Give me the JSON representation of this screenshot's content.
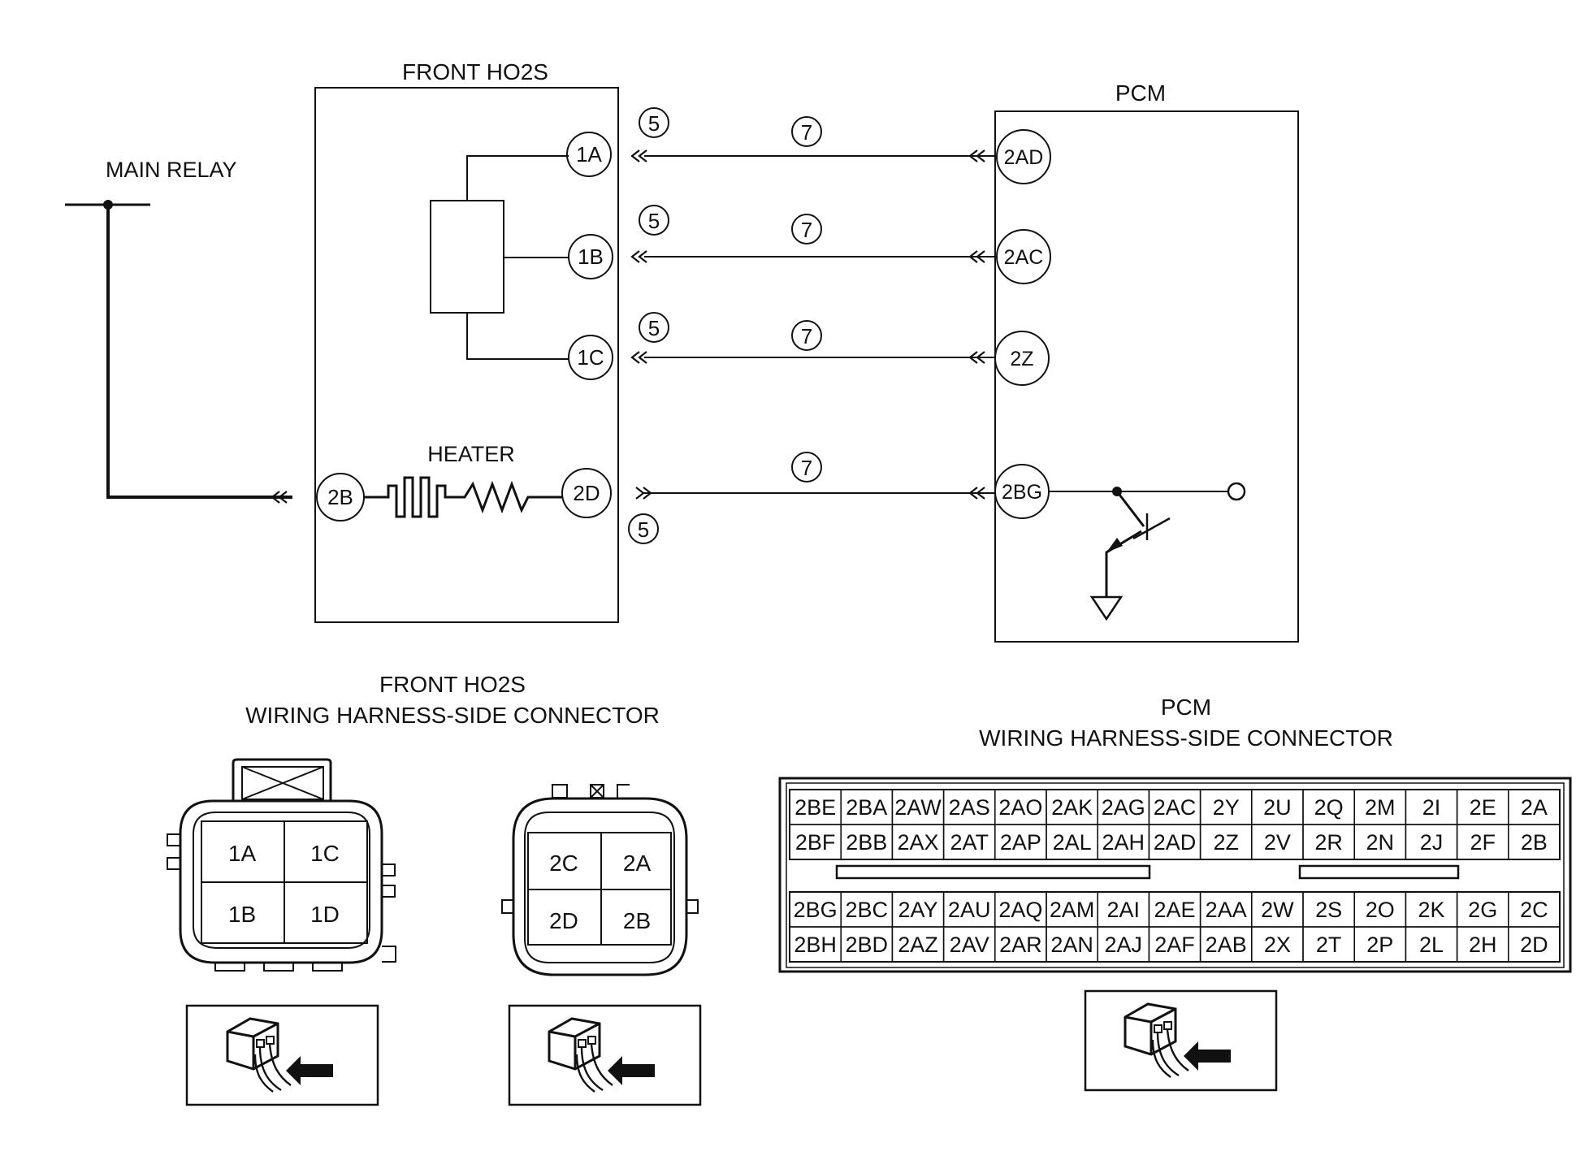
{
  "schematic": {
    "main_relay_label": "MAIN RELAY",
    "front_ho2s_title": "FRONT HO2S",
    "pcm_title": "PCM",
    "heater_label": "HEATER",
    "ho2s_terminals": [
      "1A",
      "1B",
      "1C",
      "2B",
      "2D"
    ],
    "pcm_terminals": [
      "2AD",
      "2AC",
      "2Z",
      "2BG"
    ],
    "circled_labels": [
      "5",
      "7"
    ]
  },
  "front_ho2s_connector": {
    "title_line1": "FRONT HO2S",
    "title_line2": "WIRING HARNESS-SIDE CONNECTOR",
    "connector_a": [
      [
        "1A",
        "1C"
      ],
      [
        "1B",
        "1D"
      ]
    ],
    "connector_b": [
      [
        "2C",
        "2A"
      ],
      [
        "2D",
        "2B"
      ]
    ]
  },
  "pcm_connector": {
    "title_line1": "PCM",
    "title_line2": "WIRING HARNESS-SIDE CONNECTOR",
    "upper_rows": [
      [
        "2BE",
        "2BA",
        "2AW",
        "2AS",
        "2AO",
        "2AK",
        "2AG",
        "2AC",
        "2Y",
        "2U",
        "2Q",
        "2M",
        "2I",
        "2E",
        "2A"
      ],
      [
        "2BF",
        "2BB",
        "2AX",
        "2AT",
        "2AP",
        "2AL",
        "2AH",
        "2AD",
        "2Z",
        "2V",
        "2R",
        "2N",
        "2J",
        "2F",
        "2B"
      ]
    ],
    "lower_rows": [
      [
        "2BG",
        "2BC",
        "2AY",
        "2AU",
        "2AQ",
        "2AM",
        "2AI",
        "2AE",
        "2AA",
        "2W",
        "2S",
        "2O",
        "2K",
        "2G",
        "2C"
      ],
      [
        "2BH",
        "2BD",
        "2AZ",
        "2AV",
        "2AR",
        "2AN",
        "2AJ",
        "2AF",
        "2AB",
        "2X",
        "2T",
        "2P",
        "2L",
        "2H",
        "2D"
      ]
    ]
  }
}
